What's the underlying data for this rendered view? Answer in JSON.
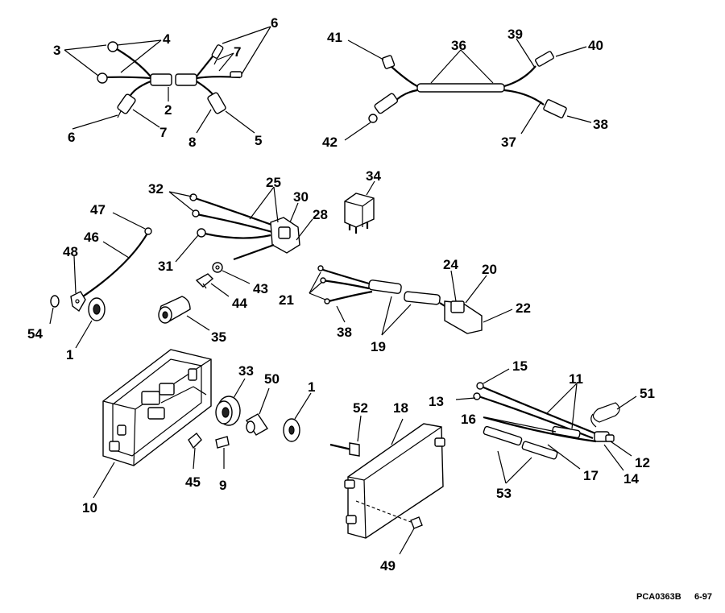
{
  "labels": {
    "l3": "3",
    "l4": "4",
    "l6a": "6",
    "l7a": "7",
    "l2": "2",
    "l6b": "6",
    "l7b": "7",
    "l8": "8",
    "l5": "5",
    "l41": "41",
    "l36": "36",
    "l39": "39",
    "l40": "40",
    "l42": "42",
    "l37": "37",
    "l38a": "38",
    "l32": "32",
    "l25": "25",
    "l30": "30",
    "l28": "28",
    "l34": "34",
    "l47": "47",
    "l46": "46",
    "l48": "48",
    "l31": "31",
    "l43": "43",
    "l44": "44",
    "l24": "24",
    "l20": "20",
    "l21": "21",
    "l22": "22",
    "l54": "54",
    "l1a": "1",
    "l35": "35",
    "l38b": "38",
    "l19": "19",
    "l33": "33",
    "l50": "50",
    "l1b": "1",
    "l52": "52",
    "l18": "18",
    "l15": "15",
    "l11": "11",
    "l51": "51",
    "l13": "13",
    "l16": "16",
    "l12": "12",
    "l10": "10",
    "l45": "45",
    "l9": "9",
    "l17": "17",
    "l14": "14",
    "l53": "53",
    "l49": "49"
  },
  "reference": {
    "drawing_code": "PCA0363B",
    "date": "6-97"
  }
}
